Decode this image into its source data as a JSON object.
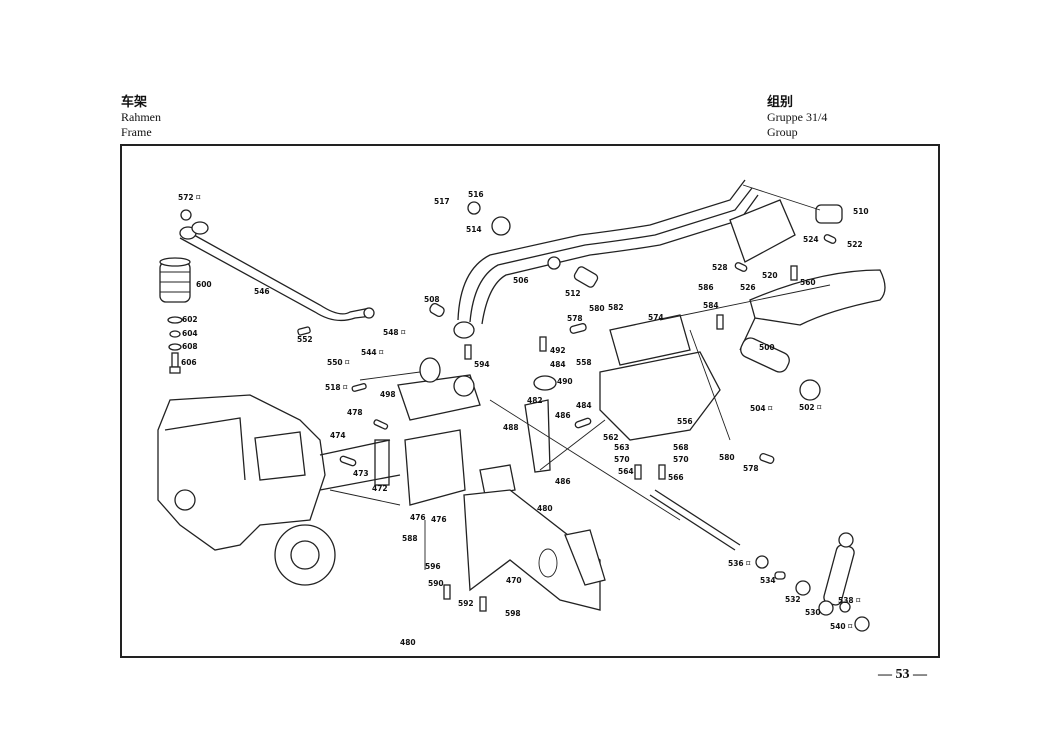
{
  "header_left": {
    "chinese": "车架",
    "german": "Rahmen",
    "english": "Frame"
  },
  "header_right": {
    "chinese": "组别",
    "german": "Gruppe 31/4",
    "english": "Group"
  },
  "page_number": "— 53 —",
  "parts": [
    {
      "id": "p572",
      "label": "572 ⌑"
    },
    {
      "id": "p517",
      "label": "517"
    },
    {
      "id": "p516",
      "label": "516"
    },
    {
      "id": "p514",
      "label": "514"
    },
    {
      "id": "p510",
      "label": "510"
    },
    {
      "id": "p524",
      "label": "524"
    },
    {
      "id": "p522",
      "label": "522"
    },
    {
      "id": "p528",
      "label": "528"
    },
    {
      "id": "p520",
      "label": "520"
    },
    {
      "id": "p526",
      "label": "526"
    },
    {
      "id": "p560",
      "label": "560"
    },
    {
      "id": "p586",
      "label": "586"
    },
    {
      "id": "p584",
      "label": "584"
    },
    {
      "id": "p600",
      "label": "600"
    },
    {
      "id": "p546",
      "label": "546"
    },
    {
      "id": "p506",
      "label": "506"
    },
    {
      "id": "p508",
      "label": "508"
    },
    {
      "id": "p512",
      "label": "512"
    },
    {
      "id": "p578a",
      "label": "578"
    },
    {
      "id": "p580a",
      "label": "580"
    },
    {
      "id": "p582",
      "label": "582"
    },
    {
      "id": "p574",
      "label": "574"
    },
    {
      "id": "p602",
      "label": "602"
    },
    {
      "id": "p604",
      "label": "604"
    },
    {
      "id": "p608",
      "label": "608"
    },
    {
      "id": "p606",
      "label": "606"
    },
    {
      "id": "p552",
      "label": "552"
    },
    {
      "id": "p548",
      "label": "548 ⌑"
    },
    {
      "id": "p544",
      "label": "544 ⌑"
    },
    {
      "id": "p550",
      "label": "550 ⌑"
    },
    {
      "id": "p594",
      "label": "594"
    },
    {
      "id": "p492",
      "label": "492"
    },
    {
      "id": "p484a",
      "label": "484"
    },
    {
      "id": "p490",
      "label": "490"
    },
    {
      "id": "p558",
      "label": "558"
    },
    {
      "id": "p500",
      "label": "500"
    },
    {
      "id": "p518",
      "label": "518 ⌑"
    },
    {
      "id": "p498",
      "label": "498"
    },
    {
      "id": "p482",
      "label": "482"
    },
    {
      "id": "p484b",
      "label": "484"
    },
    {
      "id": "p486a",
      "label": "486"
    },
    {
      "id": "p504",
      "label": "504 ⌑"
    },
    {
      "id": "p502",
      "label": "502 ⌑"
    },
    {
      "id": "p478",
      "label": "478"
    },
    {
      "id": "p488",
      "label": "488"
    },
    {
      "id": "p562",
      "label": "562"
    },
    {
      "id": "p556",
      "label": "556"
    },
    {
      "id": "p474",
      "label": "474"
    },
    {
      "id": "p473",
      "label": "473"
    },
    {
      "id": "p472",
      "label": "472"
    },
    {
      "id": "p563",
      "label": "563"
    },
    {
      "id": "p568",
      "label": "568"
    },
    {
      "id": "p570a",
      "label": "570"
    },
    {
      "id": "p570b",
      "label": "570"
    },
    {
      "id": "p564",
      "label": "564"
    },
    {
      "id": "p566",
      "label": "566"
    },
    {
      "id": "p580b",
      "label": "580"
    },
    {
      "id": "p578b",
      "label": "578"
    },
    {
      "id": "p486b",
      "label": "486"
    },
    {
      "id": "p480a",
      "label": "480"
    },
    {
      "id": "p480b",
      "label": "480"
    },
    {
      "id": "p476a",
      "label": "476"
    },
    {
      "id": "p476b",
      "label": "476"
    },
    {
      "id": "p588",
      "label": "588"
    },
    {
      "id": "p596",
      "label": "596"
    },
    {
      "id": "p590",
      "label": "590"
    },
    {
      "id": "p592",
      "label": "592"
    },
    {
      "id": "p598",
      "label": "598"
    },
    {
      "id": "p470",
      "label": "470"
    },
    {
      "id": "p536",
      "label": "536 ⌑"
    },
    {
      "id": "p534",
      "label": "534"
    },
    {
      "id": "p532",
      "label": "532"
    },
    {
      "id": "p530",
      "label": "530"
    },
    {
      "id": "p538",
      "label": "538 ⌑"
    },
    {
      "id": "p540",
      "label": "540 ⌑"
    }
  ]
}
